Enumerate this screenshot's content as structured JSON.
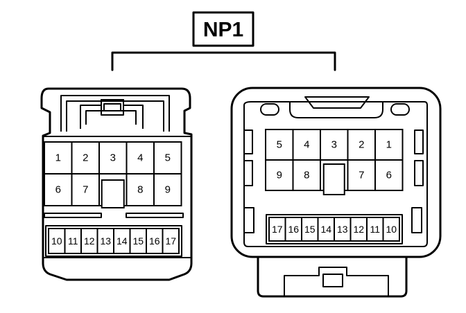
{
  "title": "NP1",
  "left_connector": {
    "rows": [
      [
        "1",
        "2",
        "3",
        "4",
        "5"
      ],
      [
        "6",
        "7",
        "",
        "8",
        "9"
      ]
    ],
    "bottom_row": [
      "10",
      "11",
      "12",
      "13",
      "14",
      "15",
      "16",
      "17"
    ]
  },
  "right_connector": {
    "rows": [
      [
        "5",
        "4",
        "3",
        "2",
        "1"
      ],
      [
        "9",
        "8",
        "",
        "7",
        "6"
      ]
    ],
    "bottom_row": [
      "17",
      "16",
      "15",
      "14",
      "13",
      "12",
      "11",
      "10"
    ]
  }
}
